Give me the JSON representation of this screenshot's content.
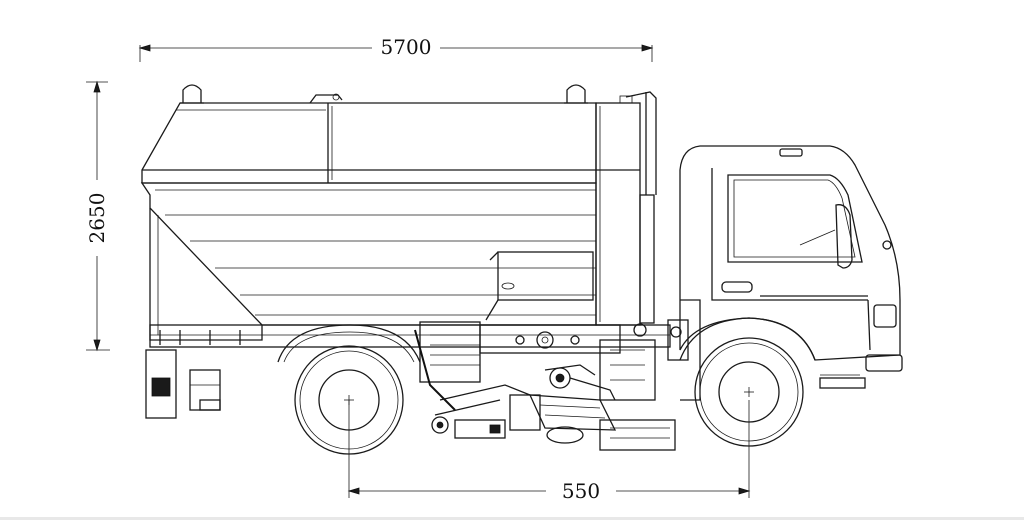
{
  "dimensions": {
    "overall_length": "5700",
    "overall_height": "2650",
    "wheelbase": "550"
  },
  "colors": {
    "line": "#1a1a1a",
    "background": "#ffffff"
  }
}
